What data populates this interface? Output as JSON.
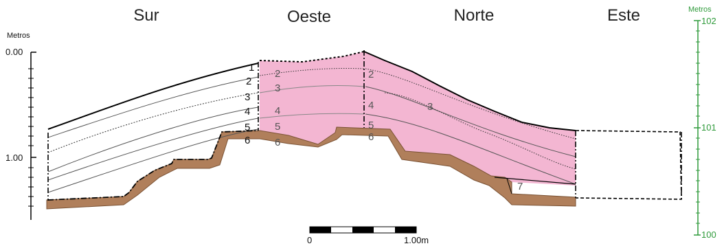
{
  "titles": {
    "south": "Sur",
    "west": "Oeste",
    "north": "Norte",
    "east": "Este"
  },
  "left_axis": {
    "title": "Metros",
    "tick_top": "0.00",
    "tick_mid": "1.00"
  },
  "right_axis": {
    "title": "Metros",
    "tick_top": "102",
    "tick_mid": "101",
    "tick_bottom": "100",
    "color": "#2e9a3a"
  },
  "scale_bar": {
    "start_label": "0",
    "end_label": "1.00m"
  },
  "layer_labels": {
    "south": [
      "1",
      "2",
      "3",
      "4",
      "5",
      "6"
    ],
    "west": [
      "2",
      "3",
      "4",
      "5",
      "6"
    ],
    "north": [
      "2",
      "4",
      "5",
      "6",
      "3",
      "7"
    ]
  },
  "colors": {
    "highlight_fill": "#f3b6d2",
    "bedrock_fill": "#b07f5b",
    "axis_green": "#2e9a3a"
  }
}
